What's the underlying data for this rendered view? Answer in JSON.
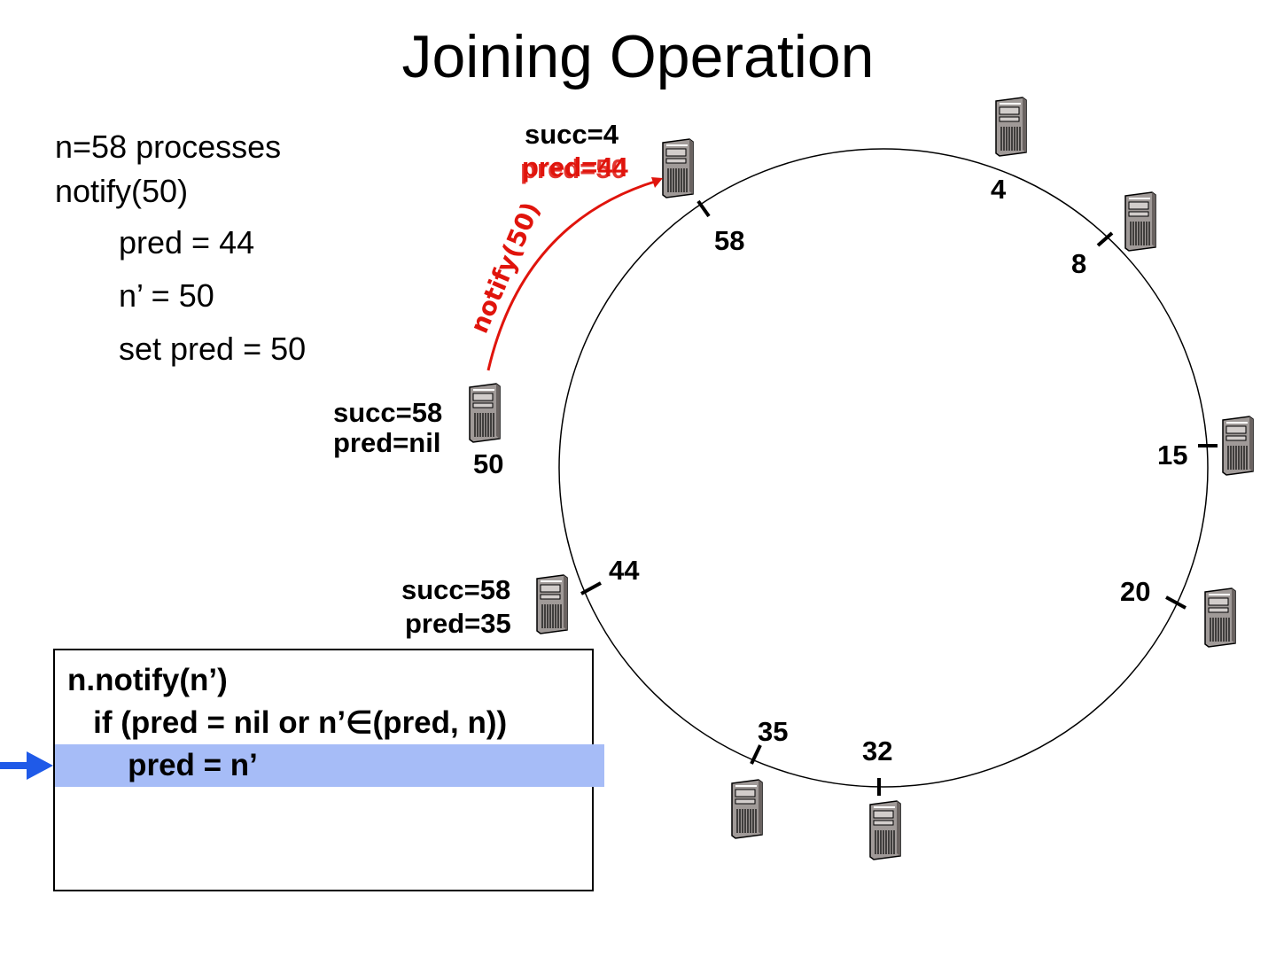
{
  "title": "Joining Operation",
  "notes": [
    "n=58 processes",
    "notify(50)",
    "pred = 44",
    "n’ = 50",
    "set pred = 50"
  ],
  "ring_nodes": [
    "4",
    "8",
    "15",
    "20",
    "32",
    "35",
    "44",
    "50",
    "58"
  ],
  "node58": {
    "succ": "succ=4",
    "pred_old": "pred=44",
    "pred_new": "pred=50"
  },
  "node50": {
    "succ": "succ=58",
    "pred": "pred=nil"
  },
  "node44": {
    "succ": "succ=58",
    "pred": "pred=35"
  },
  "arrow_label": "notify(50)",
  "code": {
    "lines": [
      "n.notify(n’)",
      "   if (pred = nil or n’∈(pred, n))",
      "       pred = n’"
    ],
    "highlighted_line": 3
  },
  "colors": {
    "arrow": "#e0140c",
    "highlight": "#a6bcf7",
    "pointer": "#1f5ae8"
  },
  "icons": [
    "server-icon",
    "right-arrow-icon"
  ]
}
